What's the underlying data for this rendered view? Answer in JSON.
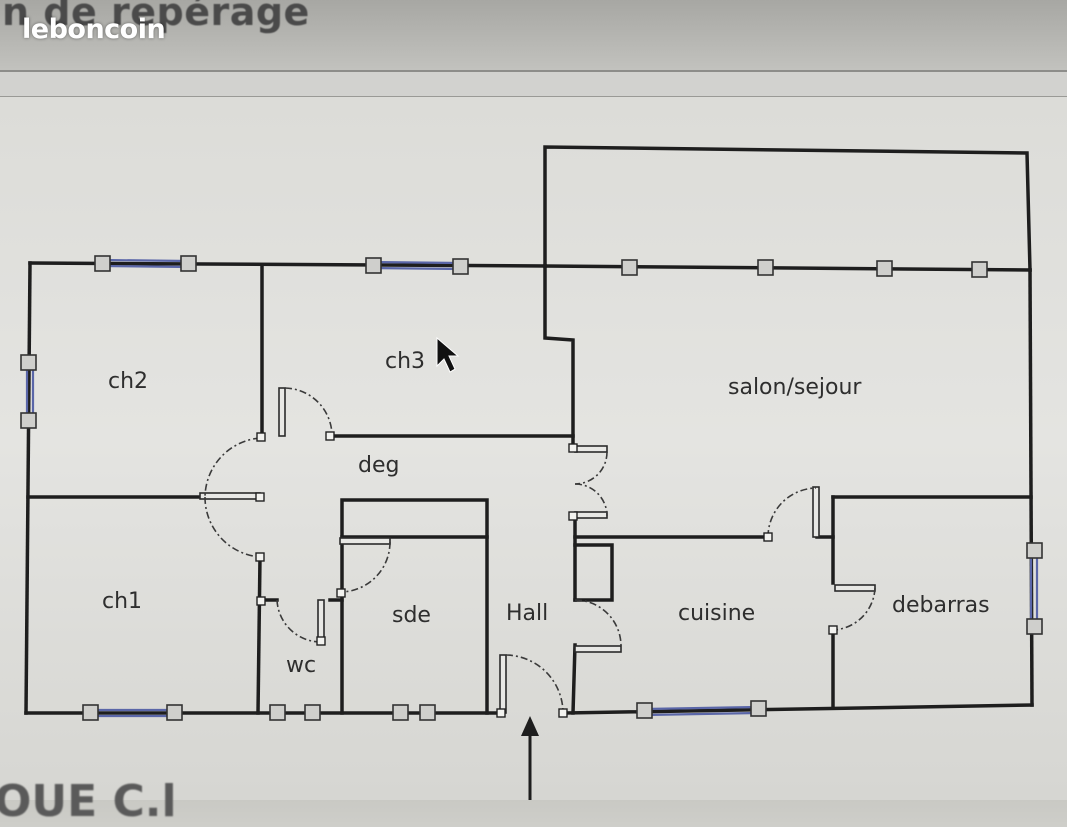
{
  "header": {
    "title": "n de repérage",
    "watermark": "leboncoin"
  },
  "footer": {
    "partial_text": "OUE C.l"
  },
  "rooms": {
    "ch2": "ch2",
    "ch3": "ch3",
    "salon": "salon/sejour",
    "deg": "deg",
    "ch1": "ch1",
    "sde": "sde",
    "hall": "Hall",
    "cuisine": "cuisine",
    "debarras": "debarras",
    "wc": "wc"
  },
  "colors": {
    "wall": "#1e1e1e",
    "window": "#5a66a8",
    "door": "#2b2b2b"
  }
}
